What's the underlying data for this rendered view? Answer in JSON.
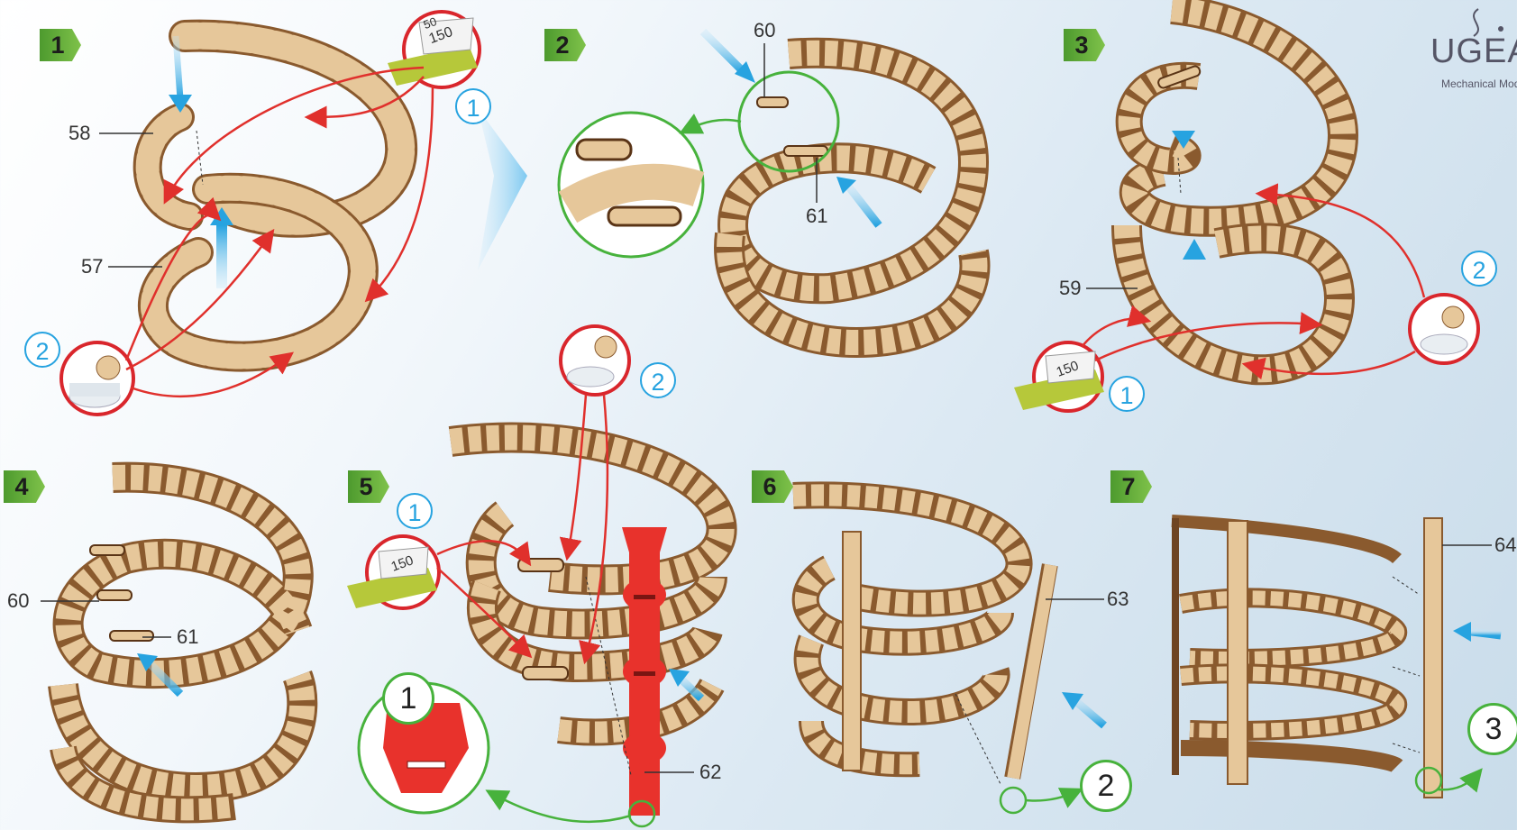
{
  "steps": [
    "1",
    "2",
    "3",
    "4",
    "5",
    "6",
    "7"
  ],
  "part_labels": {
    "p58": "58",
    "p57": "57",
    "p60_step2": "60",
    "p61_step2": "61",
    "p59": "59",
    "p60_step4": "60",
    "p61_step4": "61",
    "p62": "62",
    "p63": "63",
    "p64": "64"
  },
  "sandpaper_grit": "150",
  "sandpaper_grit_partial": "50",
  "order_markers": {
    "s1_first": "1",
    "s1_second": "2",
    "s3_first": "1",
    "s3_second": "2",
    "s5_first": "1",
    "s5_second": "2"
  },
  "detail_callouts": {
    "s5": "1",
    "s6": "2",
    "s7": "3"
  },
  "brand": {
    "name": "UGEARS",
    "tagline": "Mechanical Models"
  },
  "colors": {
    "wood": "#e6c79a",
    "wood_edge": "#8a5a2e",
    "red_part": "#e8322c",
    "arrow_blue": "#3aa8e4",
    "step_green": "#5aa83a",
    "callout_red": "#d9262c",
    "callout_green": "#47b23c"
  }
}
